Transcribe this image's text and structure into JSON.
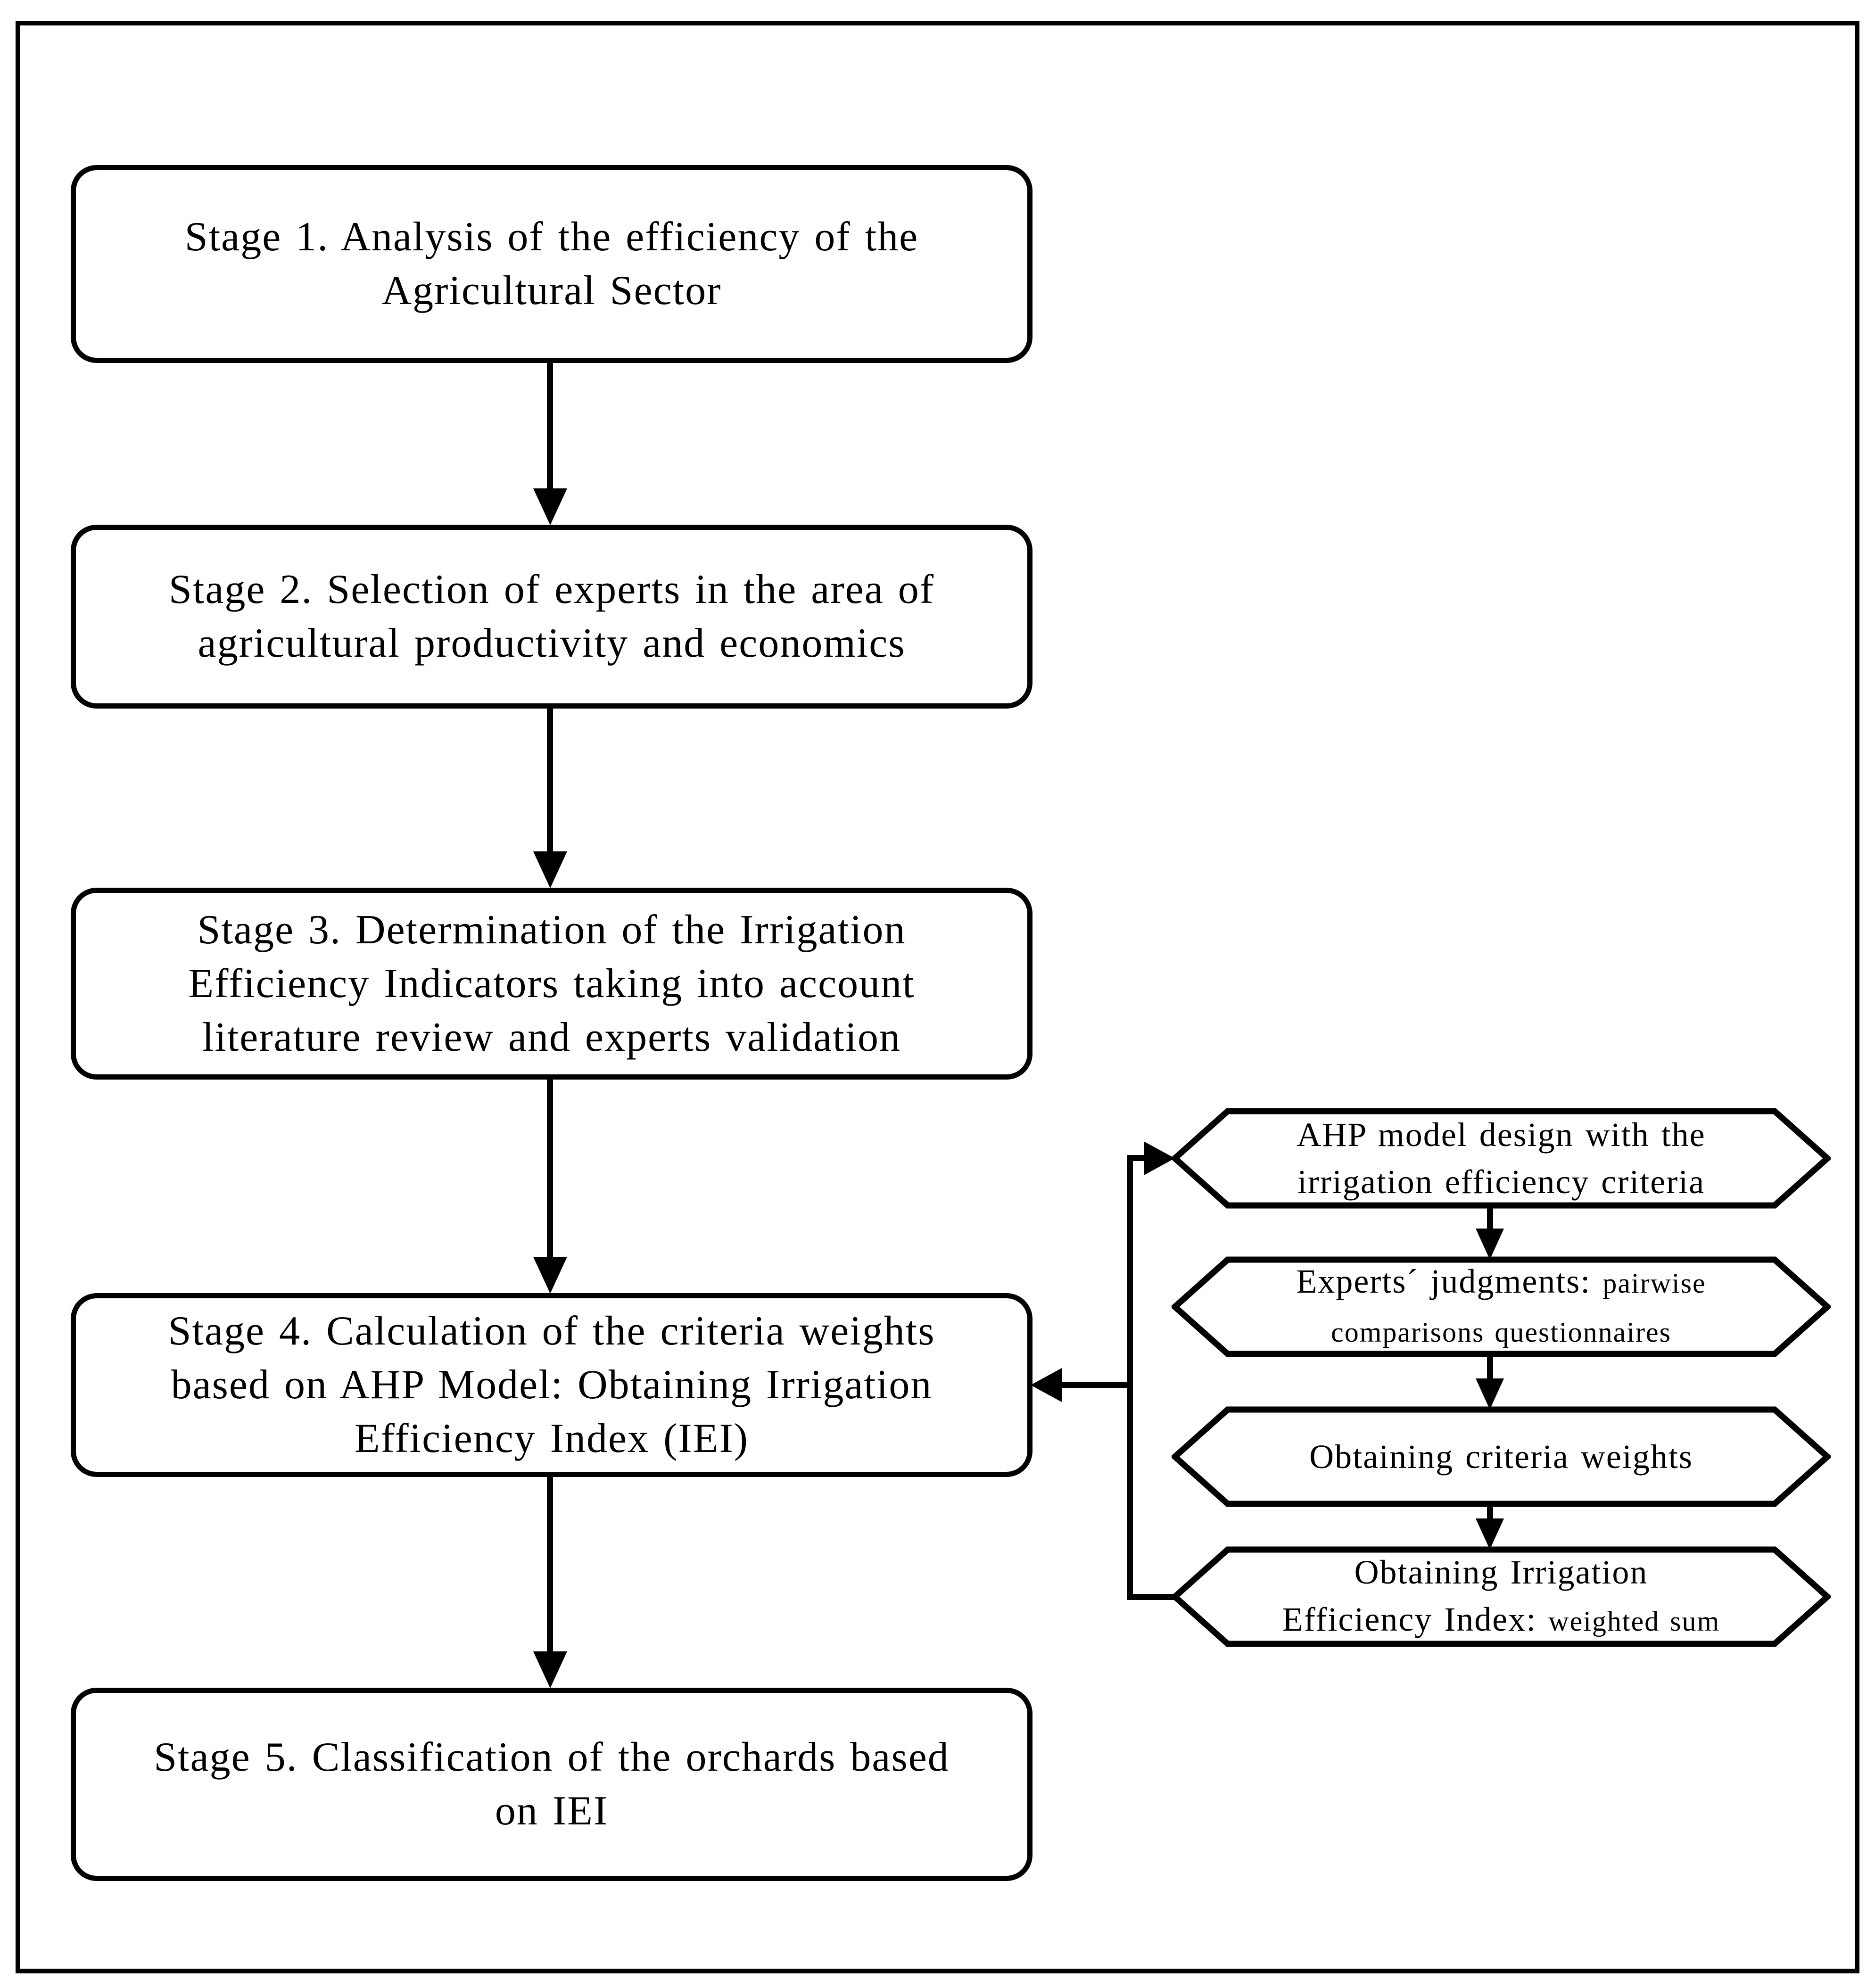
{
  "figure": {
    "colors": {
      "ink": "#000000",
      "paper": "#ffffff"
    },
    "stages": [
      {
        "lines": [
          "Stage 1. Analysis of the efficiency of the",
          "Agricultural Sector"
        ]
      },
      {
        "lines": [
          "Stage 2. Selection of experts in the area of",
          "agricultural productivity and economics"
        ]
      },
      {
        "lines": [
          "Stage 3. Determination of the Irrigation",
          "Efficiency Indicators taking into account",
          "literature review and experts validation"
        ]
      },
      {
        "lines": [
          "Stage 4. Calculation of the criteria weights",
          "based on AHP Model: Obtaining Irrigation",
          "Efficiency Index (IEI)"
        ]
      },
      {
        "lines": [
          "Stage 5. Classification of the orchards based",
          "on IEI"
        ]
      }
    ],
    "substeps": [
      {
        "line1_big": "AHP model design with the",
        "line1_small": "",
        "line2_big": "irrigation efficiency criteria",
        "line2_small": ""
      },
      {
        "line1_big": "Experts´ judgments:",
        "line1_small": "pairwise",
        "line2_big": "",
        "line2_small": "comparisons questionnaires"
      },
      {
        "line1_big": "Obtaining criteria weights",
        "line1_small": "",
        "line2_big": "",
        "line2_small": ""
      },
      {
        "line1_big": "Obtaining Irrigation",
        "line1_small": "",
        "line2_big": "Efficiency Index:",
        "line2_small": "weighted sum"
      }
    ]
  }
}
